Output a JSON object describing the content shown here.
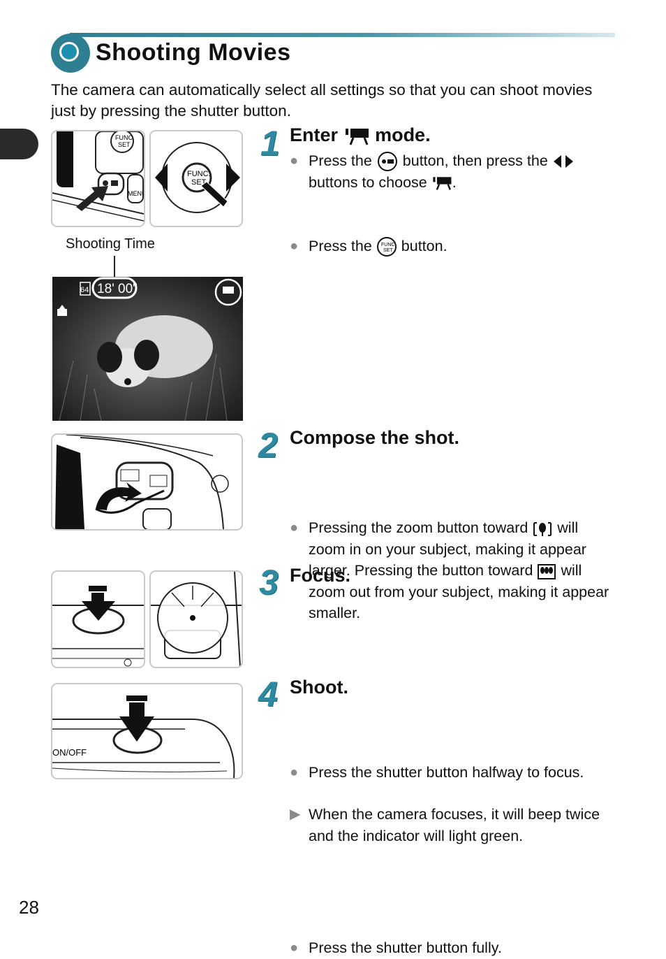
{
  "page": {
    "title": "Shooting Movies",
    "intro": "The camera can automatically select all settings so that you can shoot movies just by pressing the shutter button.",
    "page_number": "28"
  },
  "figures": {
    "shooting_time_caption": "Shooting Time",
    "shooting_time_value": "18' 00\"",
    "memory_label": "64",
    "onoff_label": "ON/OFF",
    "func_label_1": "FUNC.",
    "func_label_2": "SET",
    "menu_label": "MENU"
  },
  "steps": [
    {
      "number": "1",
      "heading_pre": "Enter",
      "heading_post": "mode.",
      "bullets": [
        {
          "pre": "Press the",
          "mid": "button, then press the",
          "post": "buttons to choose",
          "end": "."
        },
        {
          "pre": "Press the",
          "post": "button."
        }
      ]
    },
    {
      "number": "2",
      "heading": "Compose the shot.",
      "bullets": [
        {
          "pre": "Pressing the zoom button toward",
          "mid": "will zoom in on your subject, making it appear larger. Pressing the button toward",
          "post": "will zoom out from your subject, making it appear smaller."
        }
      ]
    },
    {
      "number": "3",
      "heading": "Focus.",
      "bullets": [
        {
          "text": "Press the shutter button halfway to focus."
        },
        {
          "text": "When the camera focuses, it will beep twice and the indicator will light green."
        }
      ]
    },
    {
      "number": "4",
      "heading": "Shoot.",
      "bullets": [
        {
          "text": "Press the shutter button fully."
        }
      ]
    }
  ]
}
